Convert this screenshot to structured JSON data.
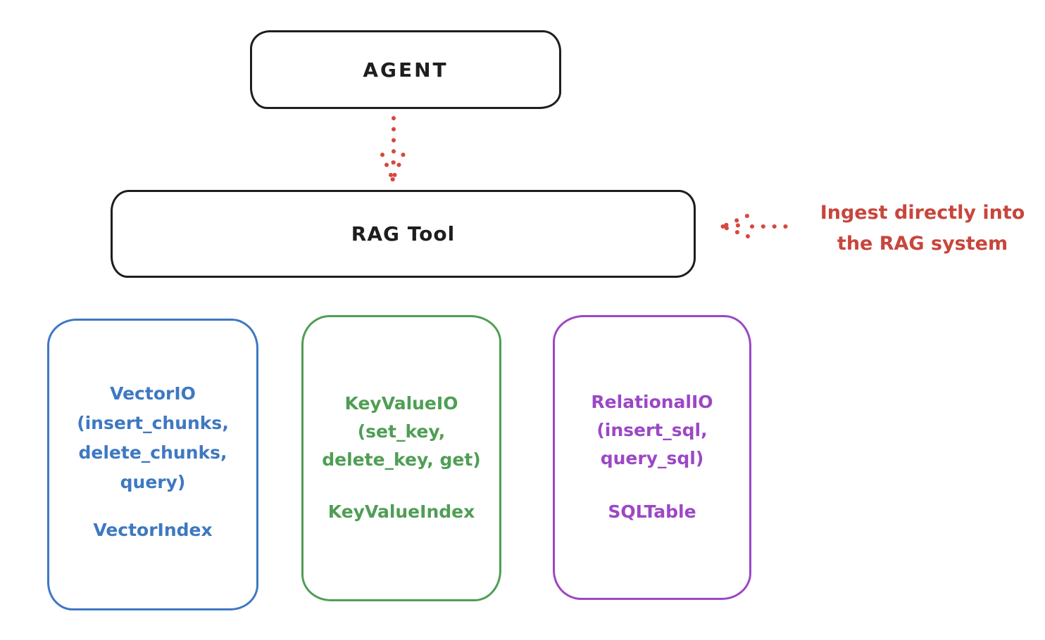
{
  "colors": {
    "background": "#ffffff",
    "ink": "#1e1e1e",
    "arrow_red": "#d6473f"
  },
  "agent_box": {
    "label": "AGENT"
  },
  "rag_box": {
    "label": "RAG Tool"
  },
  "ingest_annotation": {
    "color": "#c7463c",
    "line1": "Ingest directly into",
    "line2": "the RAG system"
  },
  "backends": [
    {
      "id": "vector-io",
      "color": "#3e78c2",
      "lines": [
        "VectorIO",
        "(insert_chunks,",
        "delete_chunks,",
        "query)"
      ],
      "index_label": "VectorIndex"
    },
    {
      "id": "keyvalue-io",
      "color": "#4f9e54",
      "lines": [
        "KeyValueIO",
        "(set_key,",
        "delete_key, get)"
      ],
      "index_label": "KeyValueIndex"
    },
    {
      "id": "relational-io",
      "color": "#9c47c5",
      "lines": [
        "RelationalIO",
        "(insert_sql,",
        "query_sql)"
      ],
      "index_label": "SQLTable"
    }
  ],
  "arrows": [
    {
      "id": "agent-to-rag",
      "style": "dotted",
      "direction": "down"
    },
    {
      "id": "ingest-to-rag",
      "style": "dotted",
      "direction": "left"
    }
  ]
}
